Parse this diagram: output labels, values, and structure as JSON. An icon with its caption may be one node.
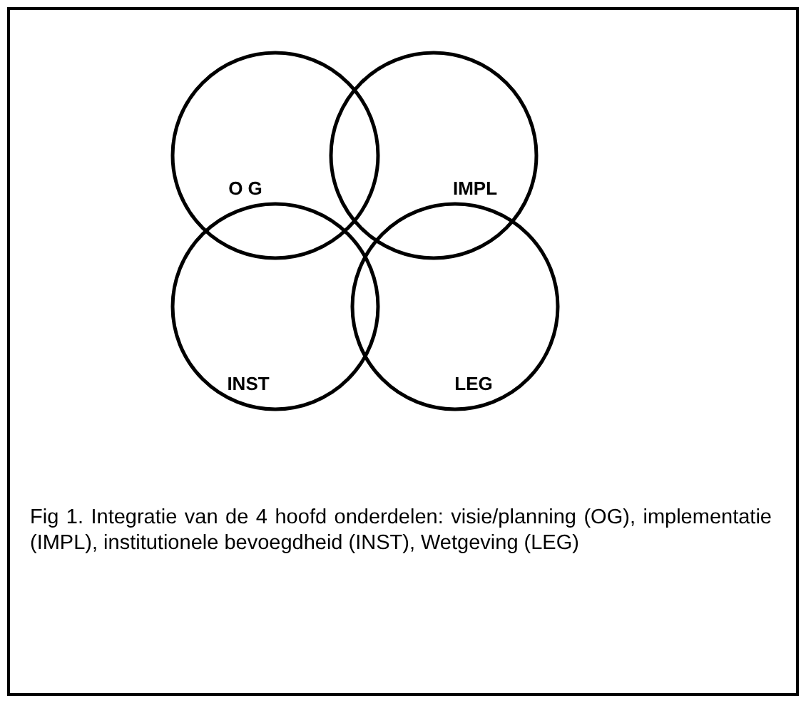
{
  "diagram": {
    "caption": "Fig 1. Integratie van de 4 hoofd onderdelen: visie/planning (OG), implementatie (IMPL), institutionele bevoegdheid (INST), Wetgeving (LEG)",
    "nodes": [
      {
        "text": [
          "O G"
        ]
      },
      {
        "text": [
          "IMPL"
        ]
      },
      {
        "text": [
          "INST"
        ]
      },
      {
        "text": [
          "LEG"
        ]
      }
    ],
    "edges": []
  }
}
